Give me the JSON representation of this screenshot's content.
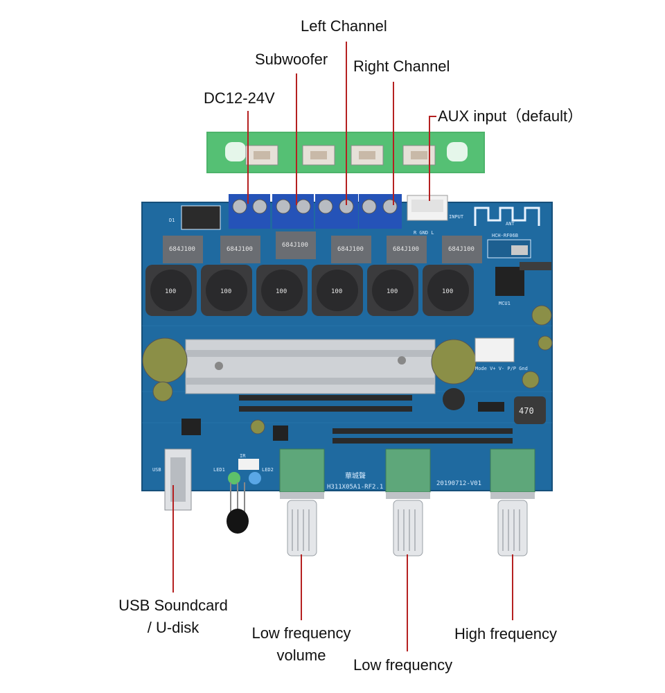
{
  "labels": {
    "left_channel": "Left Channel",
    "subwoofer": "Subwoofer",
    "right_channel": "Right Channel",
    "dc_input": "DC12-24V",
    "aux_input": "AUX input（default）",
    "usb_line1": "USB Soundcard",
    "usb_line2": "/ U-disk",
    "low_freq_volume_line1": "Low frequency",
    "low_freq_volume_line2": "volume",
    "low_frequency": "Low frequency",
    "high_frequency": "High frequency"
  },
  "board_markings": {
    "inductor_code": "684J100",
    "coil_code": "100",
    "model": "H311X05A1-RF2.1",
    "date": "20190712-V01",
    "bt_module": "HCH-RF06B",
    "pot_code": "470",
    "brand": "華城聲",
    "input_port": "INPUT",
    "diode": "D1",
    "usb": "USB",
    "mcu": "MCU1",
    "mode_header": "Mode V+ V- P/P Gnd",
    "aux_pins": "R GND L",
    "ir": "IR",
    "led1": "LED1",
    "led2": "LED2",
    "ant": "ANT"
  },
  "colors": {
    "pcb": "#1f6aa0",
    "pcb_dark": "#164f7a",
    "leader_line": "#b52020",
    "terminal_block": "#2553b8",
    "pot_green": "#5ea77a",
    "heatsink": "#cfd2d6",
    "button_board": "#4cb36a"
  }
}
